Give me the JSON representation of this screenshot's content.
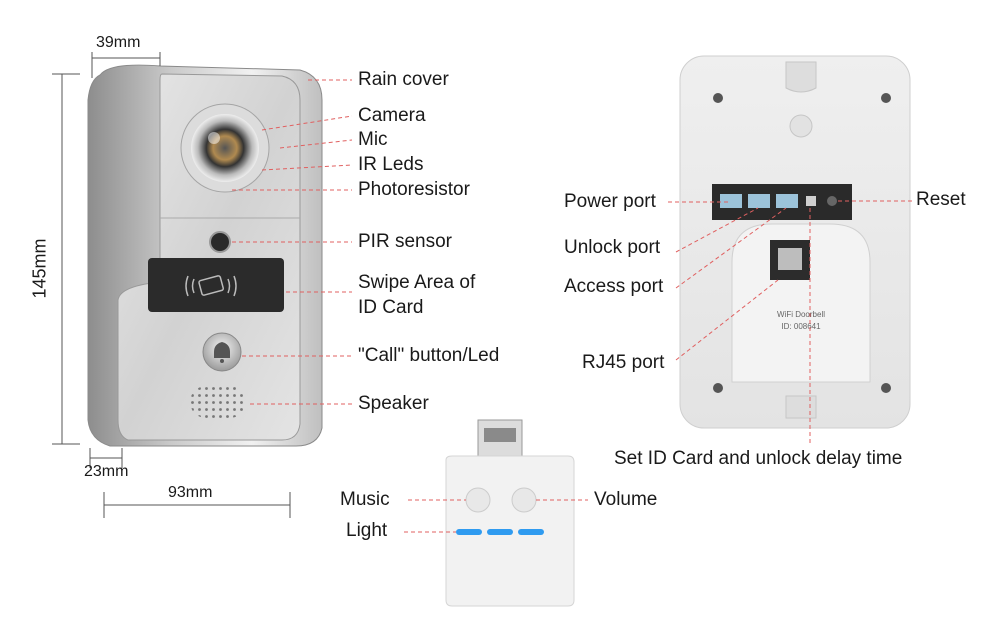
{
  "front": {
    "labels": {
      "rain_cover": "Rain cover",
      "camera": "Camera",
      "mic": "Mic",
      "ir_leds": "IR Leds",
      "photoresistor": "Photoresistor",
      "pir_sensor": "PIR sensor",
      "swipe_area_line1": "Swipe Area of",
      "swipe_area_line2": "ID Card",
      "call_button": "\"Call\" button/Led",
      "speaker": "Speaker"
    },
    "dimensions": {
      "depth_top": "39mm",
      "height": "145mm",
      "depth_bottom": "23mm",
      "width": "93mm"
    }
  },
  "back": {
    "labels": {
      "power_port": "Power port",
      "unlock_port": "Unlock port",
      "access_port": "Access port",
      "rj45_port": "RJ45 port",
      "reset": "Reset",
      "set_id": "Set  ID Card and unlock delay time"
    },
    "sticker_line1": "WiFi Doorbell",
    "sticker_line2": "ID: 008641"
  },
  "chime": {
    "labels": {
      "music": "Music",
      "volume": "Volume",
      "light": "Light"
    }
  },
  "colors": {
    "leader_line": "#e06060",
    "dim_line": "#555555",
    "led_blue": "#2f9bf0"
  }
}
